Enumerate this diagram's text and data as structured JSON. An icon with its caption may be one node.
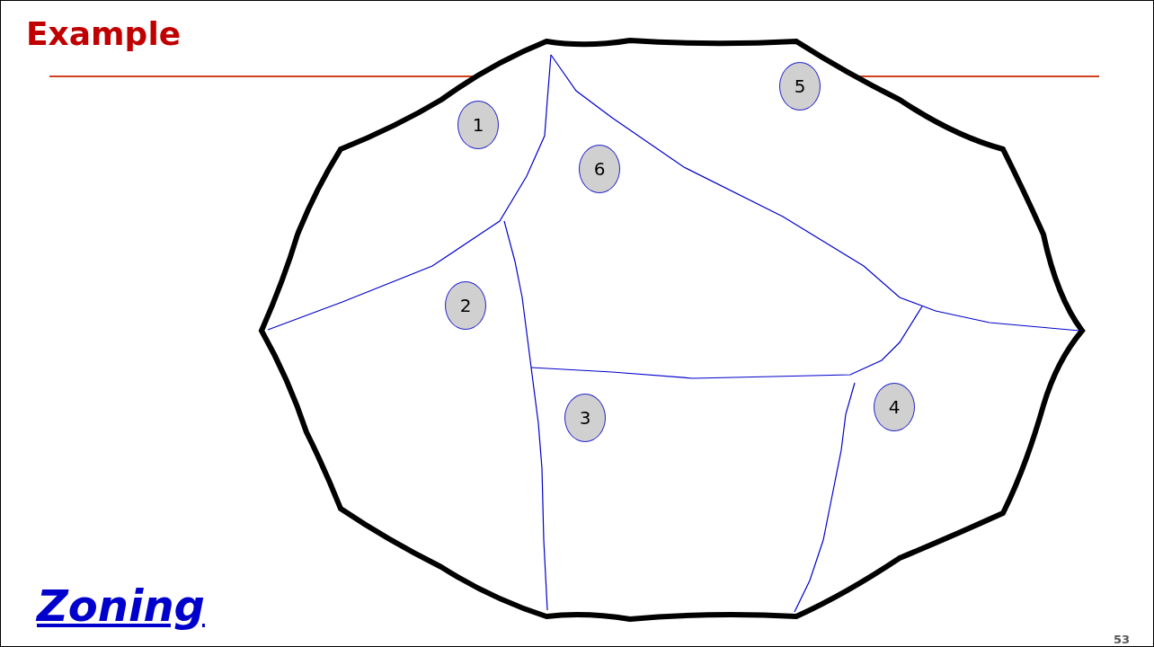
{
  "diagram": {
    "title": "Example",
    "nodes": [
      {
        "text": [
          "1"
        ]
      },
      {
        "text": [
          "2"
        ]
      },
      {
        "text": [
          "3"
        ]
      },
      {
        "text": [
          "4"
        ]
      },
      {
        "text": [
          "5"
        ]
      },
      {
        "text": [
          "6"
        ]
      }
    ],
    "labels": [
      "Zoning",
      "53"
    ]
  }
}
